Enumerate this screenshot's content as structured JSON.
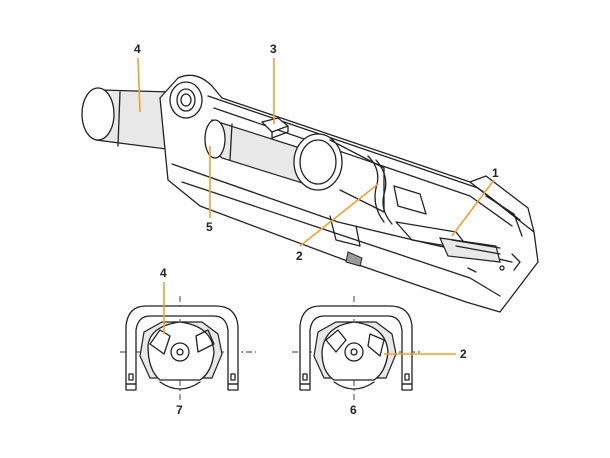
{
  "diagram": {
    "callouts": {
      "top": [
        {
          "id": "c4",
          "text": "4"
        },
        {
          "id": "c3",
          "text": "3"
        },
        {
          "id": "c1",
          "text": "1"
        },
        {
          "id": "c5",
          "text": "5"
        },
        {
          "id": "c2",
          "text": "2"
        }
      ],
      "left_section": [
        {
          "id": "l4",
          "text": "4"
        },
        {
          "id": "l7",
          "text": "7"
        }
      ],
      "right_section": [
        {
          "id": "r6",
          "text": "6"
        },
        {
          "id": "r2",
          "text": "2"
        }
      ]
    },
    "colors": {
      "ink": "#222222",
      "leader": "#f0a030",
      "background": "#ffffff"
    }
  }
}
